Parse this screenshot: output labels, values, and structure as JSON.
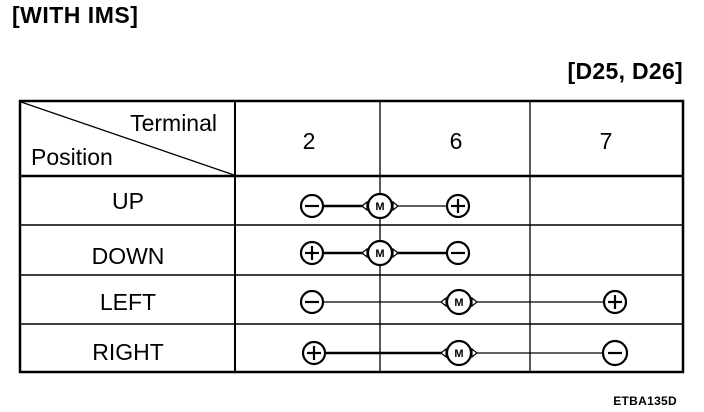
{
  "title": "[WITH IMS]",
  "connector_label": "[D25, D26]",
  "figure_code": "ETBA135D",
  "table": {
    "header_corner_top": "Terminal",
    "header_corner_bottom": "Position",
    "terminals": [
      "2",
      "6",
      "7"
    ],
    "rows": [
      {
        "position": "UP",
        "symbols": [
          {
            "terminal": "2",
            "kind": "minus"
          },
          {
            "terminal": "6",
            "kind": "motor",
            "label": "M"
          },
          {
            "terminal": "6",
            "kind": "plus"
          }
        ]
      },
      {
        "position": "DOWN",
        "symbols": [
          {
            "terminal": "2",
            "kind": "plus"
          },
          {
            "terminal": "6",
            "kind": "motor",
            "label": "M"
          },
          {
            "terminal": "6",
            "kind": "minus"
          }
        ]
      },
      {
        "position": "LEFT",
        "symbols": [
          {
            "terminal": "2",
            "kind": "minus"
          },
          {
            "terminal": "6",
            "kind": "motor",
            "label": "M"
          },
          {
            "terminal": "7",
            "kind": "plus"
          }
        ]
      },
      {
        "position": "RIGHT",
        "symbols": [
          {
            "terminal": "2",
            "kind": "plus"
          },
          {
            "terminal": "6",
            "kind": "motor",
            "label": "M"
          },
          {
            "terminal": "7",
            "kind": "minus"
          }
        ]
      }
    ]
  }
}
